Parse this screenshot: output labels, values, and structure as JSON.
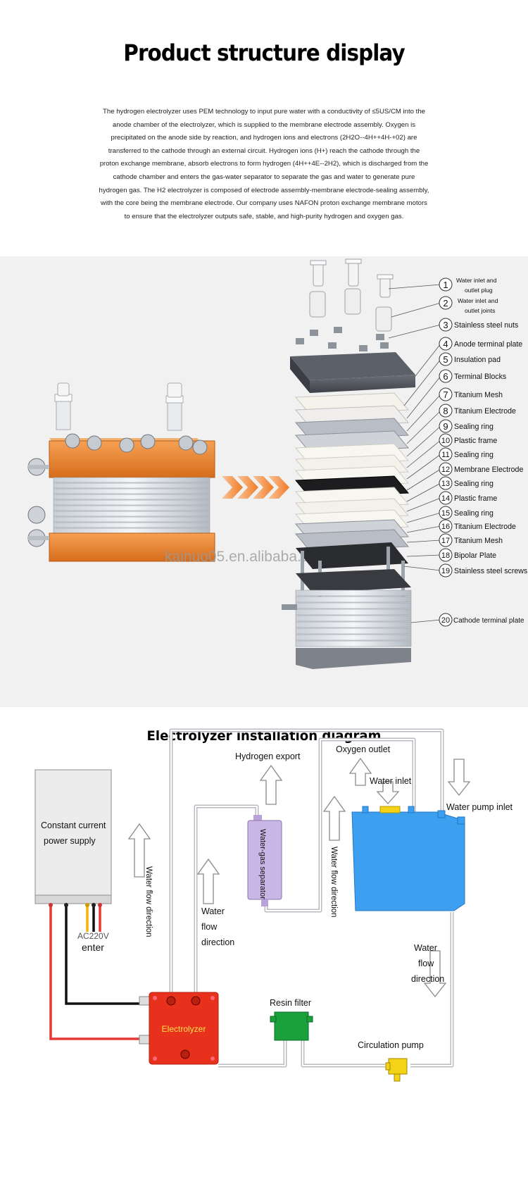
{
  "header": {
    "title": "Product structure display",
    "intro": "The hydrogen electrolyzer uses PEM technology to input pure water with a conductivity of ≤5US/CM into the anode chamber of the electrolyzer, which is supplied to the membrane electrode assembly. Oxygen is precipitated on the anode side by reaction, and hydrogen ions and electrons (2H2O--4H++4H-+02) are transferred to the cathode through an external circuit. Hydrogen ions (H+) reach the cathode through the proton exchange membrane, absorb electrons to form hydrogen (4H++4E--2H2), which is discharged from the cathode chamber and enters the gas-water separator to separate the gas and water to generate pure hydrogen gas. The H2 electrolyzer is composed of electrode assembly-membrane electrode-sealing assembly, with the core being the membrane electrode. Our company uses NAFON proton exchange membrane motors to ensure that the electrolyzer outputs safe, stable, and high-purity hydrogen and oxygen gas."
  },
  "structure": {
    "watermark": "kainuo05.en.alibaba.com",
    "parts": [
      {
        "n": "1",
        "l1": "Water inlet and",
        "l2": "outlet plug"
      },
      {
        "n": "2",
        "l1": "Water inlet and",
        "l2": "outlet joints"
      },
      {
        "n": "3",
        "l1": "Stainless steel nuts"
      },
      {
        "n": "4",
        "l1": "Anode terminal plate"
      },
      {
        "n": "5",
        "l1": "Insulation pad"
      },
      {
        "n": "6",
        "l1": "Terminal Blocks"
      },
      {
        "n": "7",
        "l1": "Titanium Mesh"
      },
      {
        "n": "8",
        "l1": "Titanium Electrode"
      },
      {
        "n": "9",
        "l1": "Sealing ring"
      },
      {
        "n": "10",
        "l1": "Plastic frame"
      },
      {
        "n": "11",
        "l1": "Sealing ring"
      },
      {
        "n": "12",
        "l1": "Membrane Electrode"
      },
      {
        "n": "13",
        "l1": "Sealing ring"
      },
      {
        "n": "14",
        "l1": "Plastic frame"
      },
      {
        "n": "15",
        "l1": "Sealing ring"
      },
      {
        "n": "16",
        "l1": "Titanium Electrode"
      },
      {
        "n": "17",
        "l1": "Titanium Mesh"
      },
      {
        "n": "18",
        "l1": "Bipolar Plate"
      },
      {
        "n": "19",
        "l1": "Stainless steel screws"
      },
      {
        "n": "20",
        "l1": "Cathode terminal plate"
      }
    ]
  },
  "installation": {
    "title": "Electrolyzer installation diagram",
    "power_supply_l1": "Constant current",
    "power_supply_l2": "power supply",
    "ac_label": "AC220V",
    "enter_label": "enter",
    "water_flow_direction": "Water flow direction",
    "water_flow_l1": "Water",
    "water_flow_l2": "flow",
    "water_flow_l3": "direction",
    "hydrogen_export": "Hydrogen export",
    "separator": "Water-gas separator",
    "oxygen_outlet": "Oxygen outlet",
    "water_inlet": "Water inlet",
    "water_pump_inlet": "Water pump inlet",
    "resin_filter": "Resin filter",
    "electrolyzer": "Electrolyzer",
    "circulation_pump": "Circulation pump"
  },
  "colors": {
    "electrolyzer_orange": "#e9822b",
    "tank_blue": "#3d9ff0",
    "separator_purple": "#c9b6e6",
    "filter_green": "#1aa13c",
    "device_red": "#e8311c",
    "pump_yellow": "#f4d215",
    "arrow_orange": "#f08a3c"
  }
}
